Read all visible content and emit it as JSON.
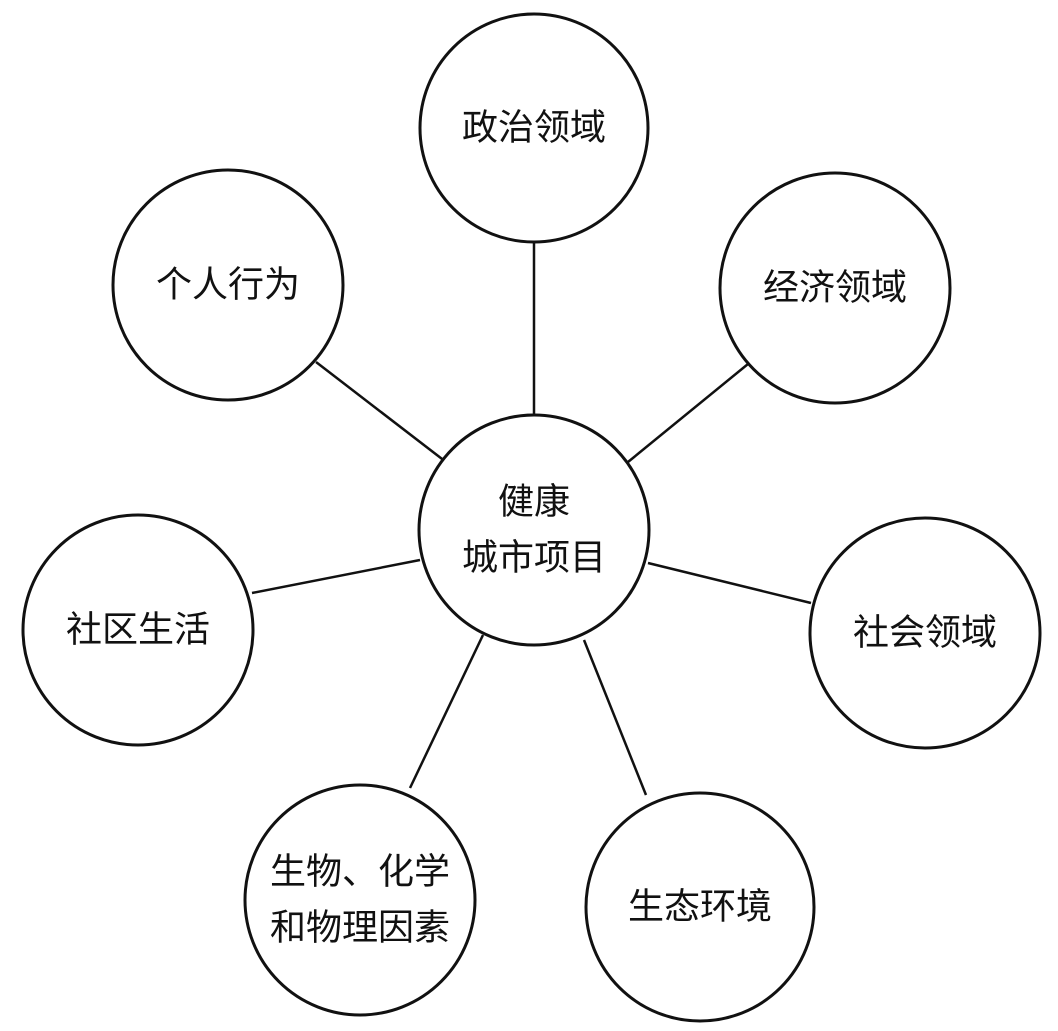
{
  "center": {
    "lines": [
      "健康",
      "城市项目"
    ]
  },
  "nodes": [
    {
      "id": "political",
      "lines": [
        "政治领域"
      ]
    },
    {
      "id": "economic",
      "lines": [
        "经济领域"
      ]
    },
    {
      "id": "social",
      "lines": [
        "社会领域"
      ]
    },
    {
      "id": "ecological",
      "lines": [
        "生态环境"
      ]
    },
    {
      "id": "factors",
      "lines": [
        "生物、化学",
        "和物理因素"
      ]
    },
    {
      "id": "community",
      "lines": [
        "社区生活"
      ]
    },
    {
      "id": "personal",
      "lines": [
        "个人行为"
      ]
    }
  ]
}
